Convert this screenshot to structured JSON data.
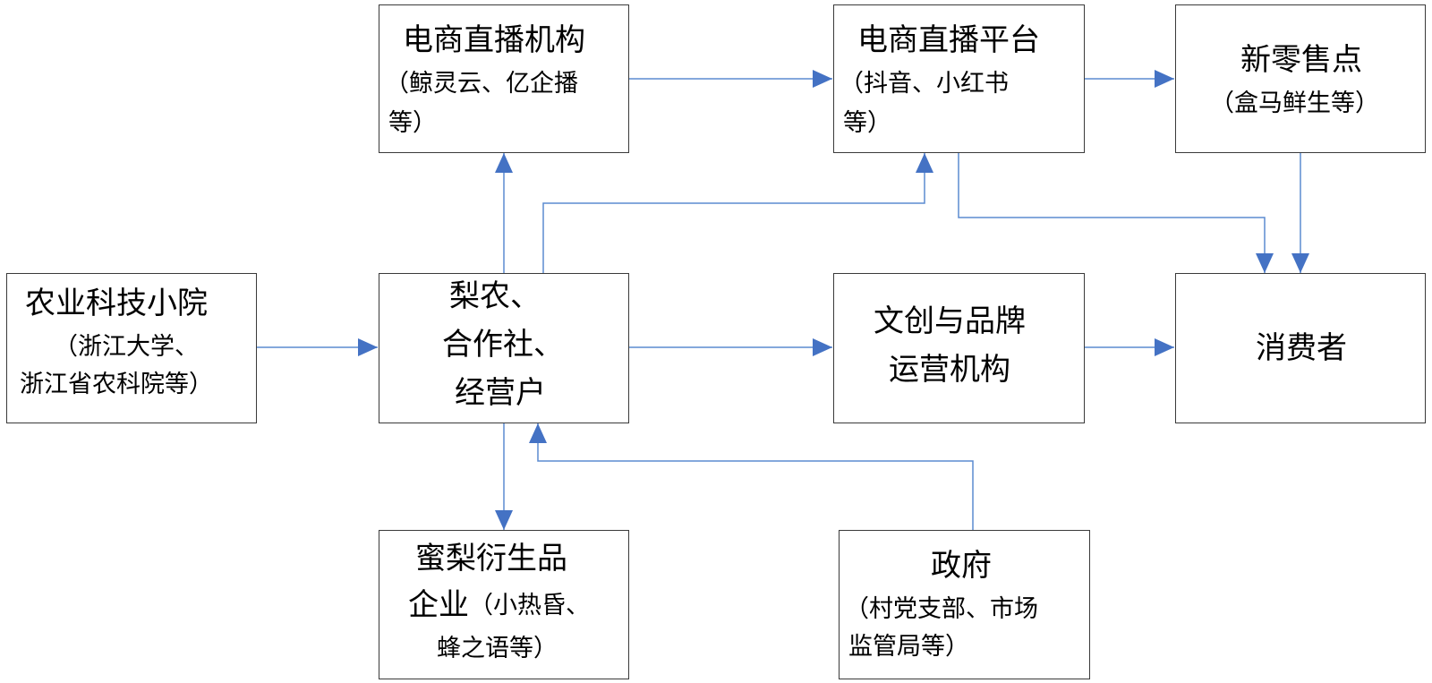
{
  "boxes": {
    "ecom_agency": {
      "title": "电商直播机构",
      "sub1": "（鲸灵云、亿企播",
      "sub2": "等）"
    },
    "ecom_platform": {
      "title": "电商直播平台",
      "sub1": "（抖音、小红书",
      "sub2": "等）"
    },
    "new_retail": {
      "title": "新零售点",
      "sub1": "（盒马鲜生等）"
    },
    "agri_tech": {
      "title": "农业科技小院",
      "sub1": "（浙江大学、",
      "sub2": "浙江省农科院等）"
    },
    "pear_farmers": {
      "line1": "梨农、",
      "line2": "合作社、",
      "line3": "经营户"
    },
    "cultural_brand": {
      "line1": "文创与品牌",
      "line2": "运营机构"
    },
    "consumers": {
      "title": "消费者"
    },
    "derivative": {
      "line1": "蜜梨衍生品",
      "line2a": "企业",
      "line2b": "（小热昏、",
      "line3": "蜂之语等）"
    },
    "government": {
      "title": "政府",
      "sub1": "（村党支部、市场",
      "sub2": "监管局等）"
    }
  },
  "colors": {
    "arrow": "#4472c4",
    "line": "#5b8bd0",
    "border": "#3a3a3a"
  }
}
